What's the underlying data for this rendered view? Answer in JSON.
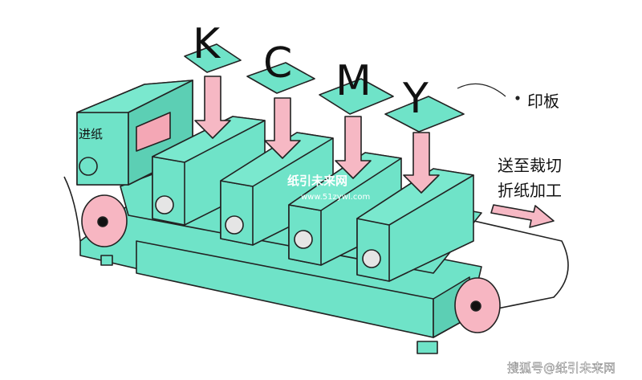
{
  "diagram": {
    "plates": [
      {
        "letter": "K"
      },
      {
        "letter": "C"
      },
      {
        "letter": "M"
      },
      {
        "letter": "Y"
      }
    ],
    "labels": {
      "feed_label": "进纸",
      "printing_plate_label": "印板",
      "output_line1": "送至裁切",
      "output_line2": "折纸加工"
    },
    "watermark": {
      "center_text": "纸引未来网",
      "center_url": "www.51zywl.com",
      "corner_text": "搜狐号@纸引未来网"
    },
    "colors": {
      "machine": "#6fe3c8",
      "outline": "#222222",
      "arrow": "#f6b8c4",
      "roller": "#f7b6c2"
    }
  }
}
